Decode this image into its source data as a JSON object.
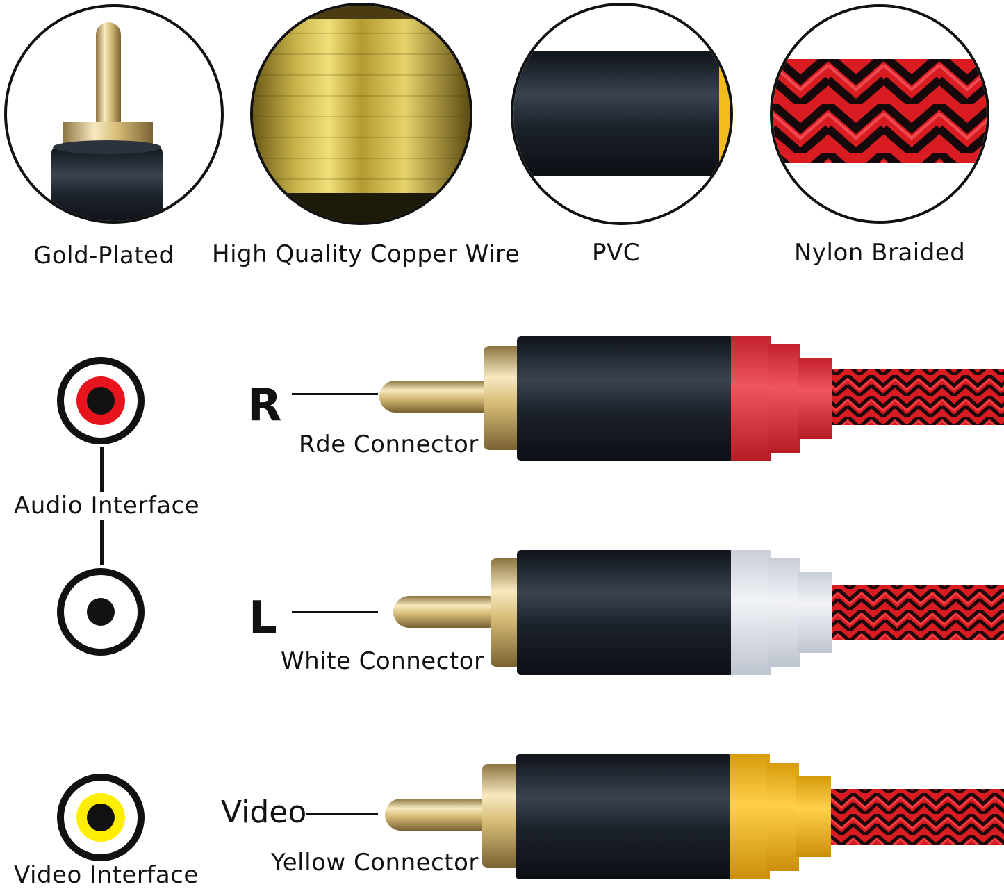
{
  "features": {
    "gold_plated": "Gold-Plated",
    "copper_wire": "High Quality Copper Wire",
    "pvc": "PVC",
    "nylon_braided": "Nylon Braided"
  },
  "interfaces": {
    "audio": "Audio Interface",
    "video": "Video Interface"
  },
  "connectors": {
    "right": {
      "letter": "R",
      "caption": "Rde Connector"
    },
    "left": {
      "letter": "L",
      "caption": "White Connector"
    },
    "video": {
      "letter": "Video",
      "caption": "Yellow Connector"
    }
  },
  "colors": {
    "red_collar": "#e83a45",
    "white_collar": "#dfe3ea",
    "yellow_collar": "#f3bb1c",
    "braid_red": "#d81c22",
    "body_dark": "#1f2530",
    "gold": "#d8bf7a"
  }
}
